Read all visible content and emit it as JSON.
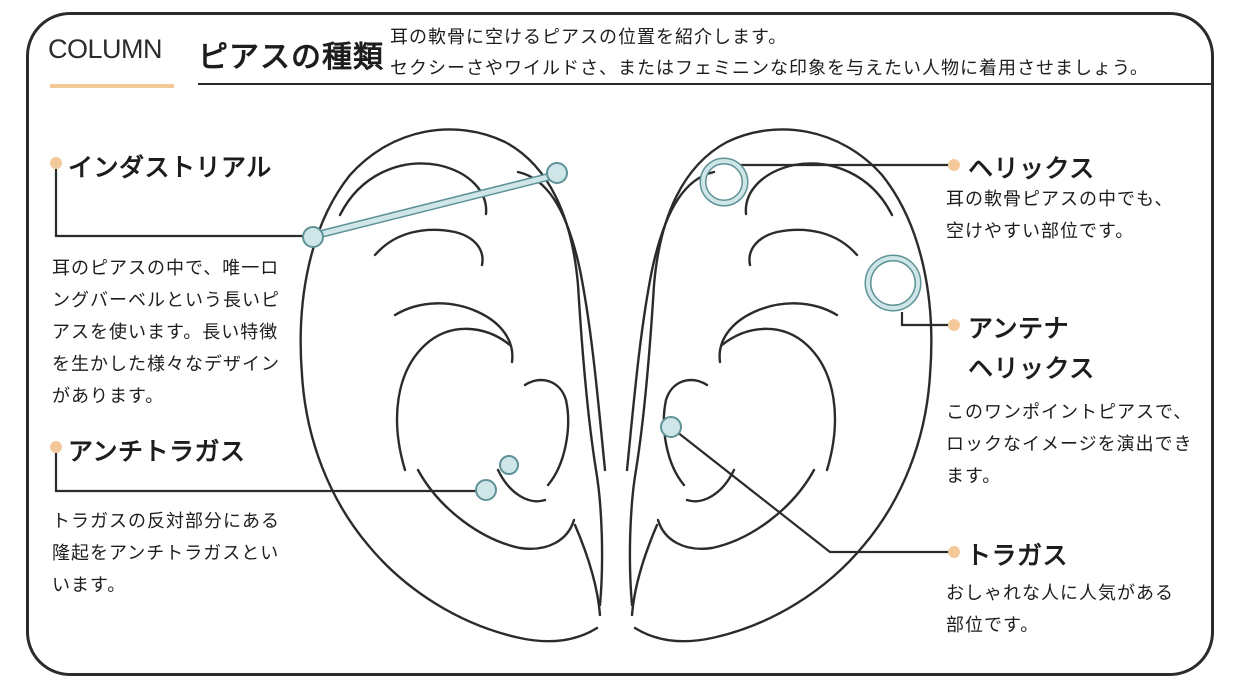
{
  "header": {
    "column_label": "COLUMN",
    "title": "ピアスの種類",
    "intro_lines": [
      "耳の軟骨に空けるピアスの位置を紹介します。",
      "セクシーさやワイルドさ、またはフェミニンな印象を与えたい人物に着用させましょう。"
    ]
  },
  "piercings": {
    "industrial": {
      "label": "インダストリアル",
      "desc_lines": [
        "耳のピアスの中で、唯一ロ",
        "ングバーベルという長いピ",
        "アスを使います。長い特徴",
        "を生かした様々なデザイン",
        "があります。"
      ]
    },
    "anti_tragus": {
      "label": "アンチトラガス",
      "desc_lines": [
        "トラガスの反対部分にある",
        "隆起をアンチトラガスとい",
        "います。"
      ]
    },
    "helix": {
      "label": "ヘリックス",
      "desc_lines": [
        "耳の軟骨ピアスの中でも、",
        "空けやすい部位です。"
      ]
    },
    "antenna_helix": {
      "label_lines": [
        "アンテナ",
        "ヘリックス"
      ],
      "desc_lines": [
        "このワンポイントピアスで、",
        "ロックなイメージを演出でき",
        "ます。"
      ]
    },
    "tragus": {
      "label": "トラガス",
      "desc_lines": [
        "おしゃれな人に人気がある",
        "部位です。"
      ]
    }
  },
  "colors": {
    "accent_dot": "#f3c99a",
    "jewelry_fill": "#cfe6e8",
    "jewelry_stroke": "#5f9296",
    "line": "#2b2b2b"
  }
}
